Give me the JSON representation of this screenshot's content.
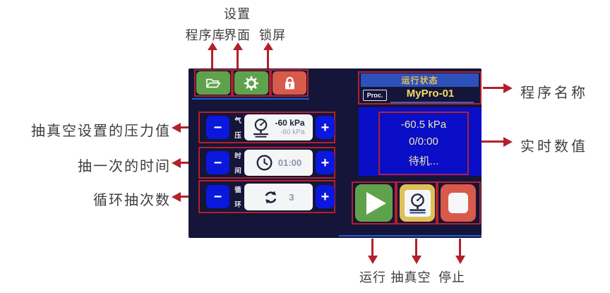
{
  "colors": {
    "annotation_red": "#b3202c",
    "label_text": "#3d3d3d",
    "panel_bg": "#141539",
    "bright_blue": "#0a0ec6",
    "button_blue": "#0a18dd",
    "header_blue": "#2d51bb",
    "divider_blue": "#1e62d8",
    "green": "#5ea34c",
    "red_button": "#d85a4b",
    "yellow_button": "#ddc057",
    "yellow_text": "#f2dd62",
    "pale_yellow": "#ece9bb"
  },
  "annotations": {
    "top": {
      "library": "程序库",
      "settings_line1": "设置",
      "settings_line2": "界面",
      "lock_screen": "锁屏"
    },
    "left": {
      "pressure_setting": "抽真空设置的压力值",
      "pump_time": "抽一次的时间",
      "cycle_count": "循环抽次数"
    },
    "right": {
      "program_name": "程序名称",
      "realtime_values": "实时数值"
    },
    "bottom": {
      "run": "运行",
      "vacuum": "抽真空",
      "stop": "停止"
    }
  },
  "device": {
    "status": {
      "header": "运行状态",
      "proc_badge": "Proc.",
      "program_name": "MyPro-01"
    },
    "controls": {
      "minus": "−",
      "plus": "+"
    },
    "rows": [
      {
        "unit_top": "气",
        "unit_bottom": "压",
        "value": "-60 kPa",
        "sub_value": "-60 kPa"
      },
      {
        "unit_top": "时",
        "unit_bottom": "间",
        "value": "01:00"
      },
      {
        "unit_top": "循",
        "unit_bottom": "环",
        "value": "3"
      }
    ],
    "realtime": {
      "pressure": "-60.5 kPa",
      "progress": "0/0:00",
      "status": "待机..."
    }
  }
}
